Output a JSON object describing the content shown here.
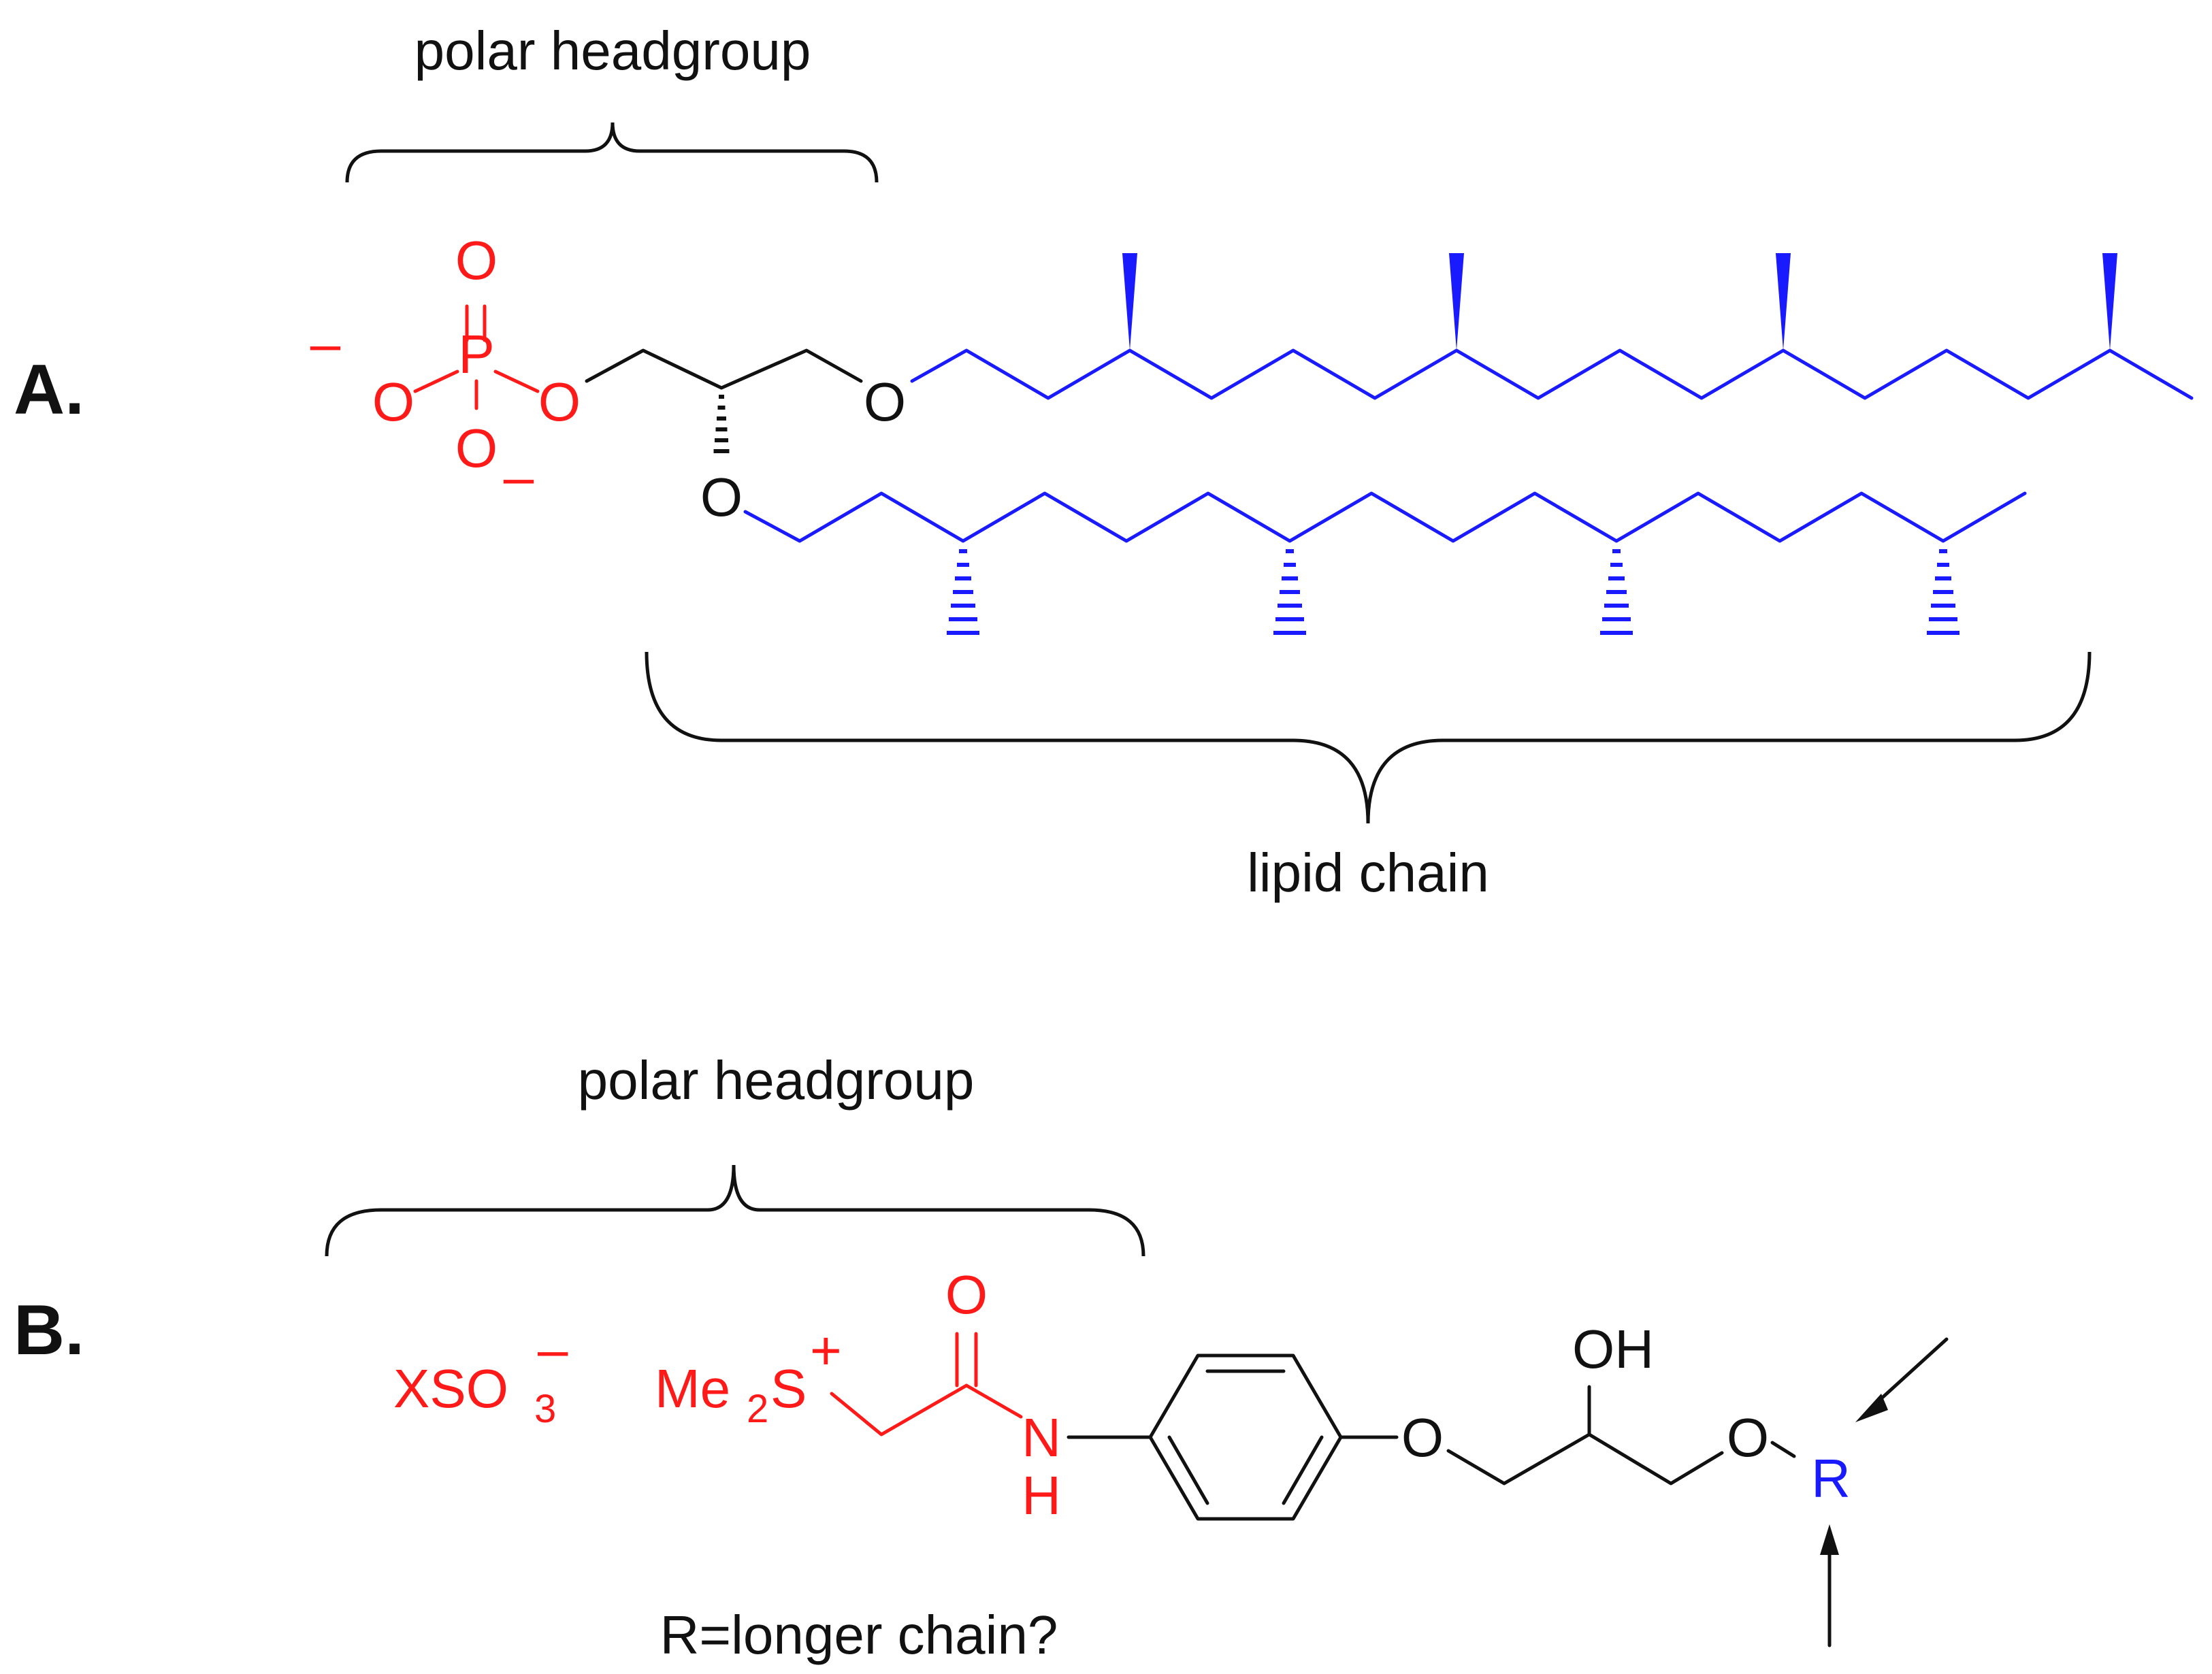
{
  "panels": {
    "a_label": "A.",
    "b_label": "B."
  },
  "annotations": {
    "a_headgroup": "polar headgroup",
    "a_lipid_chain": "lipid chain",
    "b_headgroup": "polar headgroup",
    "b_question": "R=longer chain?"
  },
  "atoms": {
    "oxygen": "O",
    "phosphorus": "P",
    "minus": "–",
    "nitrogen": "N",
    "hydrogen": "H",
    "hydroxyl": "OH",
    "r_group": "R",
    "counterion": "XSO",
    "counterion_sub": "3",
    "counterion_charge": "–",
    "sulfonium_me": "Me",
    "sulfonium_sub": "2",
    "sulfonium_s": "S",
    "sulfonium_charge": "+"
  },
  "colors": {
    "headgroup": "#ff1a1a",
    "lipid_chain": "#1a1aff",
    "backbone": "#111111"
  }
}
